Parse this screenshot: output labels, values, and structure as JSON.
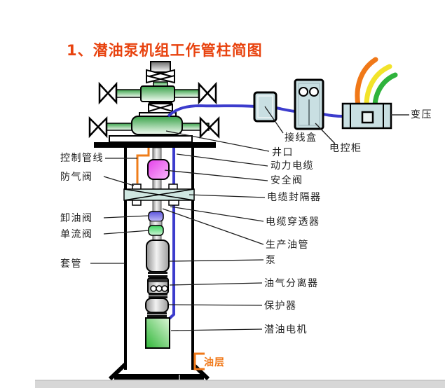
{
  "title": "1、潜油泵机组工作管柱简图",
  "colors": {
    "title_red": "#e8430f",
    "cable_blue": "#3c3ccd",
    "control_line_orange": "#ef7d1a",
    "oil_layer_orange": "#f07818",
    "phase_cable_orange": "#f07818",
    "phase_cable_yellow": "#f2e32a",
    "phase_cable_green": "#2fb33c",
    "equipment_green": "#3aa34a",
    "safety_valve_magenta": "#e94ae9",
    "packer_teal": "#cfe7e1",
    "electrical_box_fill": "#c9dfe2",
    "motor_green": "#2eb637"
  },
  "labels": {
    "control_line": "控制管线",
    "gas_vent_valve": "防气阀",
    "oil_drain_valve": "卸油阀",
    "check_valve": "单流阀",
    "casing": "套管",
    "junction_box": "接线盒",
    "wellhead": "井口",
    "control_cabinet": "电控柜",
    "power_cable": "动力电缆",
    "safety_valve": "安全阀",
    "cable_packer": "电缆封隔器",
    "cable_penetrator": "电缆穿透器",
    "production_tubing": "生产油管",
    "pump": "泵",
    "gas_separator": "油气分离器",
    "protector": "保护器",
    "submersible_motor": "潜油电机",
    "oil_layer": "油层",
    "transformer": "变压"
  }
}
